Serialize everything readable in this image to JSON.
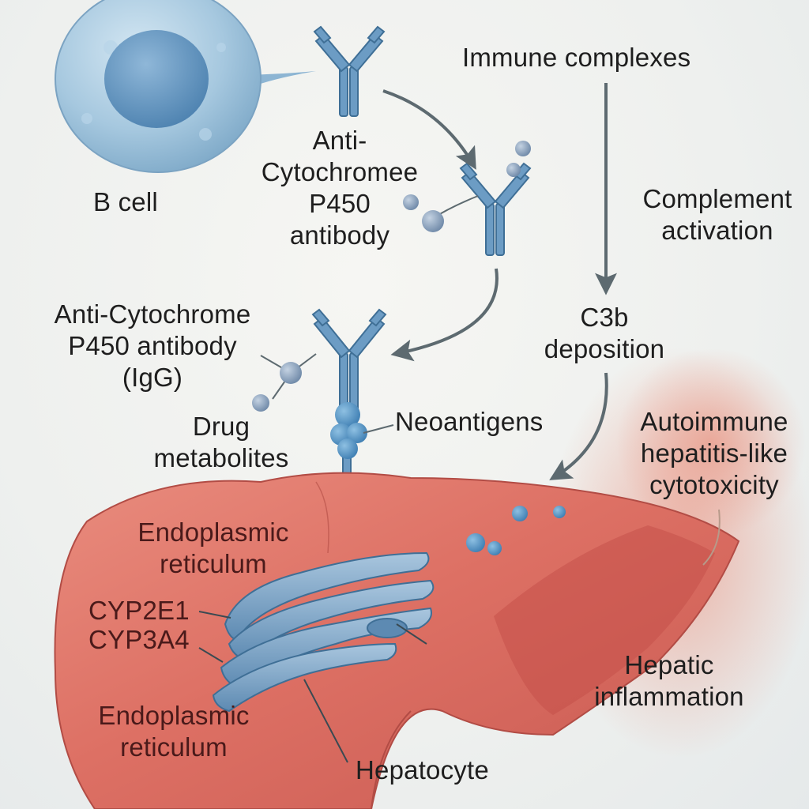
{
  "labels": {
    "b_cell": "B cell",
    "antibody_top": [
      "Anti-",
      "Cytochromee",
      "P450",
      "antibody"
    ],
    "immune_complexes": "Immune complexes",
    "complement_activation": [
      "Complement",
      "activation"
    ],
    "c3b_deposition": [
      "C3b",
      "deposition"
    ],
    "antibody_igg": [
      "Anti-Cytochrome",
      "P450 antibody",
      "(IgG)"
    ],
    "drug_metabolites": [
      "Drug",
      "metabolites"
    ],
    "neoantigens": "Neoantigens",
    "autoimmune": [
      "Autoimmune",
      "hepatitis-like",
      "cytotoxicity"
    ],
    "er_top": [
      "Endoplasmic",
      "reticulum"
    ],
    "cyp2e1": "CYP2E1",
    "cyp3a4": "CYP3A4",
    "er_bottom": [
      "Endoplasmic",
      "reticulum"
    ],
    "hepatic_inflammation": [
      "Hepatic",
      "inflammation"
    ],
    "hepatocyte": "Hepatocyte"
  },
  "colors": {
    "antibody": "#5f93bd",
    "antibody_outline": "#3f6f96",
    "arrow": "#5d6a70",
    "liver": "#d8685e",
    "liver_light": "#e69284",
    "cell": "#9cc3de",
    "nucleus": "#5b8fbd",
    "er": "#7aa3c6",
    "inflammation": "#e5806c"
  },
  "icons": {
    "cell": "b-cell-icon",
    "antibody": "y-antibody-icon",
    "organ": "liver-icon",
    "organelle": "endoplasmic-reticulum-icon"
  }
}
